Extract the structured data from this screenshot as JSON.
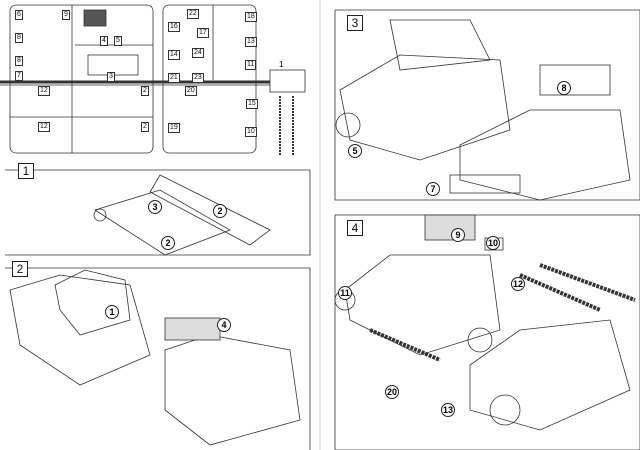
{
  "sprue_a": {
    "labels": [
      "6",
      "8",
      "9",
      "4",
      "5",
      "8",
      "7",
      "3",
      "12",
      "2",
      "12",
      "2"
    ]
  },
  "sprue_b": {
    "labels": [
      "22",
      "16",
      "17",
      "18",
      "13",
      "14",
      "24",
      "11",
      "21",
      "23",
      "20",
      "15",
      "19",
      "10"
    ]
  },
  "sprue_part_1": "1",
  "steps": [
    {
      "number": "1",
      "callouts": [
        "3",
        "2",
        "2"
      ]
    },
    {
      "number": "2",
      "callouts": [
        "1",
        "4"
      ]
    },
    {
      "number": "3",
      "callouts": [
        "5",
        "8",
        "7"
      ]
    },
    {
      "number": "4",
      "callouts": [
        "9",
        "10",
        "11",
        "12",
        "20",
        "13"
      ]
    }
  ]
}
